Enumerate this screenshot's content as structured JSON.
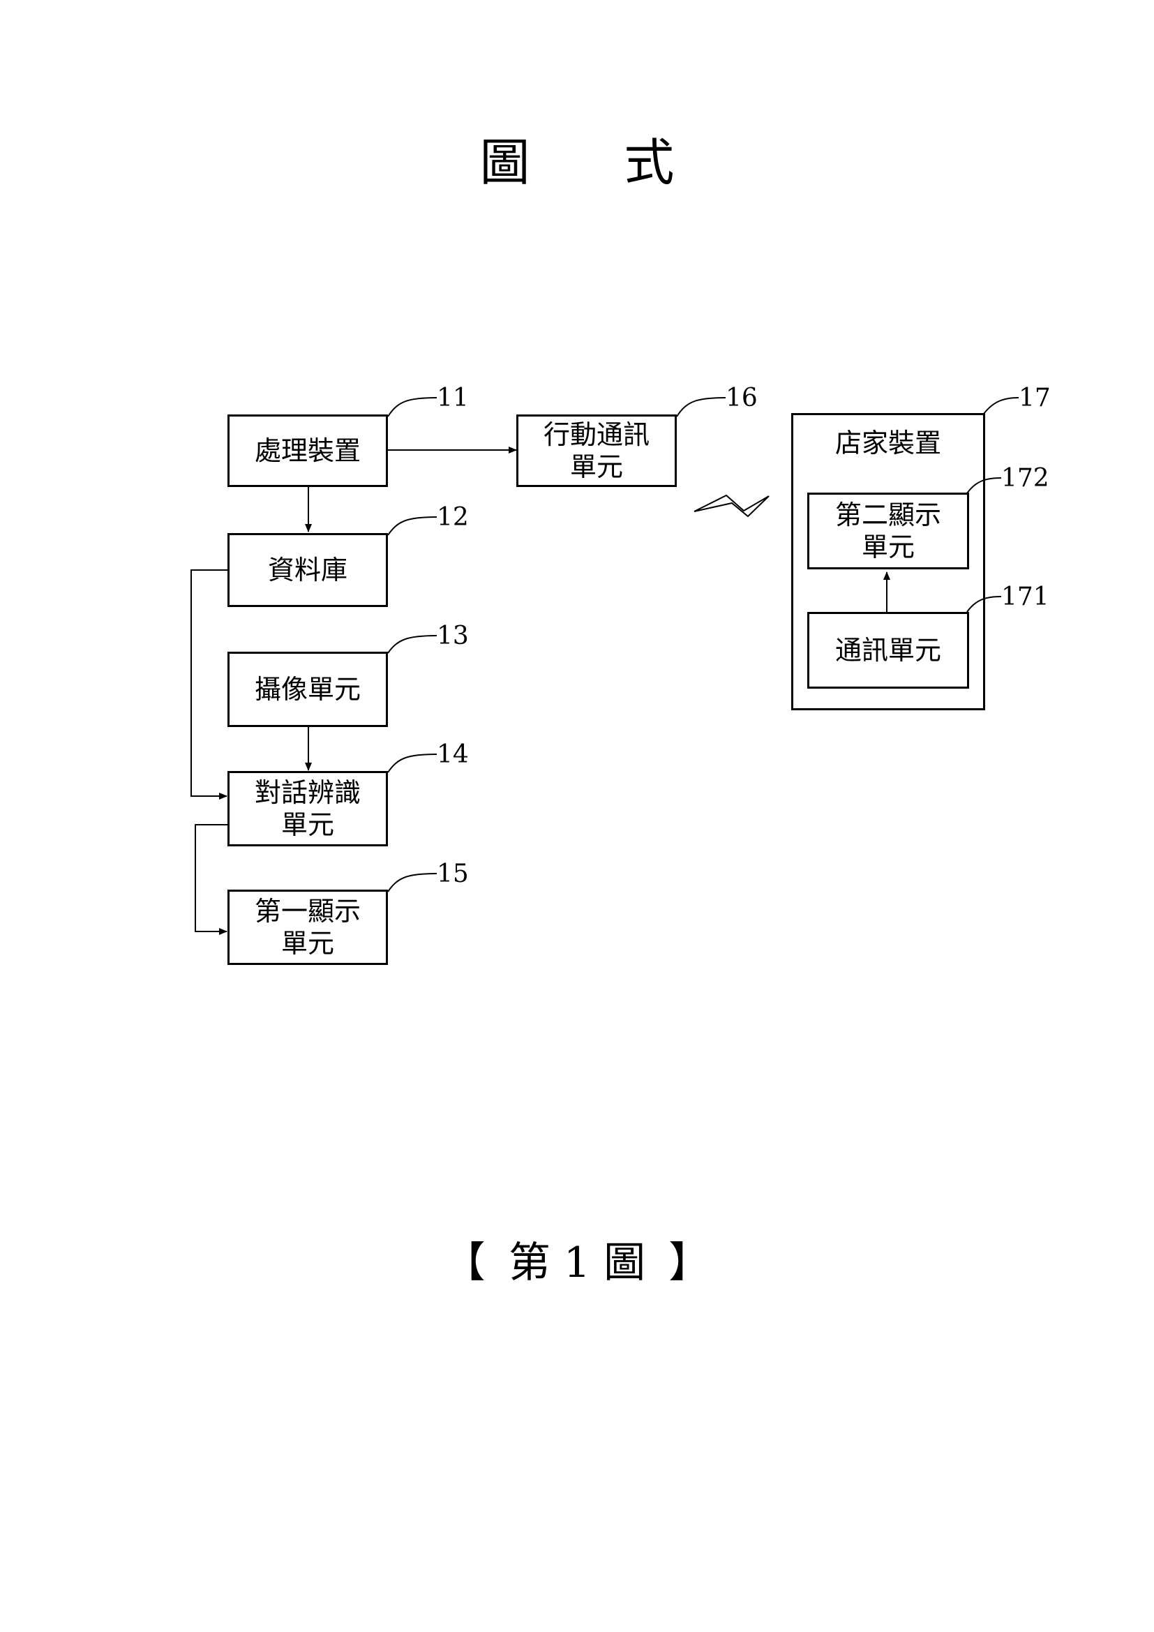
{
  "page": {
    "title": "圖 式",
    "caption": [
      "【",
      "第 1 圖",
      "】"
    ]
  },
  "nodes": {
    "processing_device": {
      "label": "處理裝置",
      "ref": "11"
    },
    "database": {
      "label": "資料庫",
      "ref": "12"
    },
    "camera_unit": {
      "label": "攝像單元",
      "ref": "13"
    },
    "dialog_recognition_unit": {
      "label": "對話辨識單元",
      "ref": "14"
    },
    "first_display_unit": {
      "label": "第一顯示單元",
      "ref": "15"
    },
    "mobile_comm_unit": {
      "label": "行動通訊單元",
      "ref": "16"
    },
    "store_device": {
      "label": "店家裝置",
      "ref": "17"
    },
    "second_display_unit": {
      "label": "第二顯示單元",
      "ref": "172"
    },
    "comm_unit": {
      "label": "通訊單元",
      "ref": "171"
    }
  }
}
